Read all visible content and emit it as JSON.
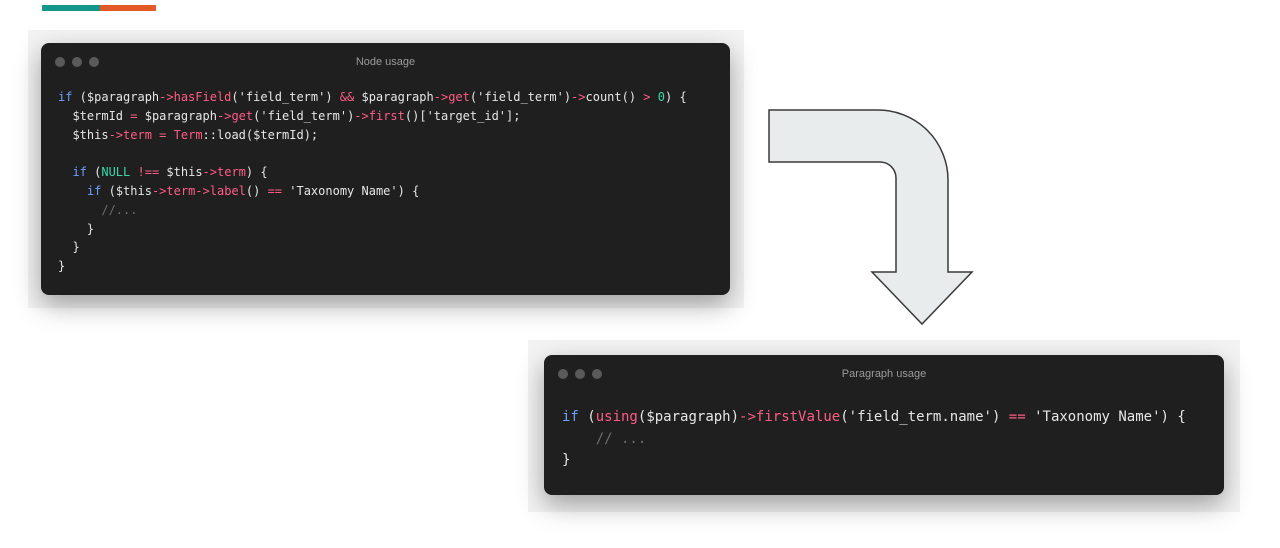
{
  "accent_colors": {
    "teal": "#14968a",
    "orange": "#e35a26"
  },
  "theme": {
    "window_bg": "#1f1f1f",
    "frame_bg": "#f3f3f3",
    "title_color": "#9a9a9a",
    "dot_color": "#5a5a5a",
    "arrow_fill": "#e8ecec",
    "arrow_stroke": "#3a3a3a",
    "token_colors": {
      "kw": "#6ea0ff",
      "var": "#e6e6e6",
      "op": "#ff5c86",
      "fn": "#ff5c86",
      "str": "#e6e6e6",
      "num": "#38d7a8",
      "const": "#38d7a8",
      "cls": "#ff5c86",
      "cmt": "#6d6d6d",
      "plain": "#e6e6e6"
    }
  },
  "windows": [
    {
      "id": "node-usage",
      "title": "Node usage",
      "code": [
        [
          [
            "kw",
            "if"
          ],
          [
            "plain",
            " ("
          ],
          [
            "var",
            "$paragraph"
          ],
          [
            "op",
            "->"
          ],
          [
            "fn",
            "hasField"
          ],
          [
            "plain",
            "("
          ],
          [
            "str",
            "'field_term'"
          ],
          [
            "plain",
            ") "
          ],
          [
            "op",
            "&&"
          ],
          [
            "plain",
            " "
          ],
          [
            "var",
            "$paragraph"
          ],
          [
            "op",
            "->"
          ],
          [
            "fn",
            "get"
          ],
          [
            "plain",
            "("
          ],
          [
            "str",
            "'field_term'"
          ],
          [
            "plain",
            ")"
          ],
          [
            "op",
            "->"
          ],
          [
            "plain",
            "count() "
          ],
          [
            "op",
            ">"
          ],
          [
            "plain",
            " "
          ],
          [
            "num",
            "0"
          ],
          [
            "plain",
            ") {"
          ]
        ],
        [
          [
            "plain",
            "  "
          ],
          [
            "var",
            "$termId"
          ],
          [
            "plain",
            " "
          ],
          [
            "op",
            "="
          ],
          [
            "plain",
            " "
          ],
          [
            "var",
            "$paragraph"
          ],
          [
            "op",
            "->"
          ],
          [
            "fn",
            "get"
          ],
          [
            "plain",
            "("
          ],
          [
            "str",
            "'field_term'"
          ],
          [
            "plain",
            ")"
          ],
          [
            "op",
            "->"
          ],
          [
            "fn",
            "first"
          ],
          [
            "plain",
            "()["
          ],
          [
            "str",
            "'target_id'"
          ],
          [
            "plain",
            "];"
          ]
        ],
        [
          [
            "plain",
            "  "
          ],
          [
            "var",
            "$this"
          ],
          [
            "op",
            "->"
          ],
          [
            "fn",
            "term"
          ],
          [
            "plain",
            " "
          ],
          [
            "op",
            "="
          ],
          [
            "plain",
            " "
          ],
          [
            "cls",
            "Term"
          ],
          [
            "plain",
            "::load("
          ],
          [
            "var",
            "$termId"
          ],
          [
            "plain",
            ");"
          ]
        ],
        [
          [
            "plain",
            ""
          ]
        ],
        [
          [
            "plain",
            "  "
          ],
          [
            "kw",
            "if"
          ],
          [
            "plain",
            " ("
          ],
          [
            "const",
            "NULL"
          ],
          [
            "plain",
            " "
          ],
          [
            "op",
            "!=="
          ],
          [
            "plain",
            " "
          ],
          [
            "var",
            "$this"
          ],
          [
            "op",
            "->"
          ],
          [
            "fn",
            "term"
          ],
          [
            "plain",
            ") {"
          ]
        ],
        [
          [
            "plain",
            "    "
          ],
          [
            "kw",
            "if"
          ],
          [
            "plain",
            " ("
          ],
          [
            "var",
            "$this"
          ],
          [
            "op",
            "->"
          ],
          [
            "fn",
            "term"
          ],
          [
            "op",
            "->"
          ],
          [
            "fn",
            "label"
          ],
          [
            "plain",
            "() "
          ],
          [
            "op",
            "=="
          ],
          [
            "plain",
            " "
          ],
          [
            "str",
            "'Taxonomy Name'"
          ],
          [
            "plain",
            ") {"
          ]
        ],
        [
          [
            "plain",
            "      "
          ],
          [
            "cmt",
            "//..."
          ]
        ],
        [
          [
            "plain",
            "    }"
          ]
        ],
        [
          [
            "plain",
            "  }"
          ]
        ],
        [
          [
            "plain",
            "}"
          ]
        ]
      ]
    },
    {
      "id": "paragraph-usage",
      "title": "Paragraph usage",
      "code": [
        [
          [
            "kw",
            "if"
          ],
          [
            "plain",
            " ("
          ],
          [
            "fn",
            "using"
          ],
          [
            "plain",
            "("
          ],
          [
            "var",
            "$paragraph"
          ],
          [
            "plain",
            ")"
          ],
          [
            "op",
            "->"
          ],
          [
            "fn",
            "firstValue"
          ],
          [
            "plain",
            "("
          ],
          [
            "str",
            "'field_term.name'"
          ],
          [
            "plain",
            ") "
          ],
          [
            "op",
            "=="
          ],
          [
            "plain",
            " "
          ],
          [
            "str",
            "'Taxonomy Name'"
          ],
          [
            "plain",
            ") {"
          ]
        ],
        [
          [
            "plain",
            "    "
          ],
          [
            "cmt",
            "// ..."
          ]
        ],
        [
          [
            "plain",
            "}"
          ]
        ]
      ]
    }
  ]
}
